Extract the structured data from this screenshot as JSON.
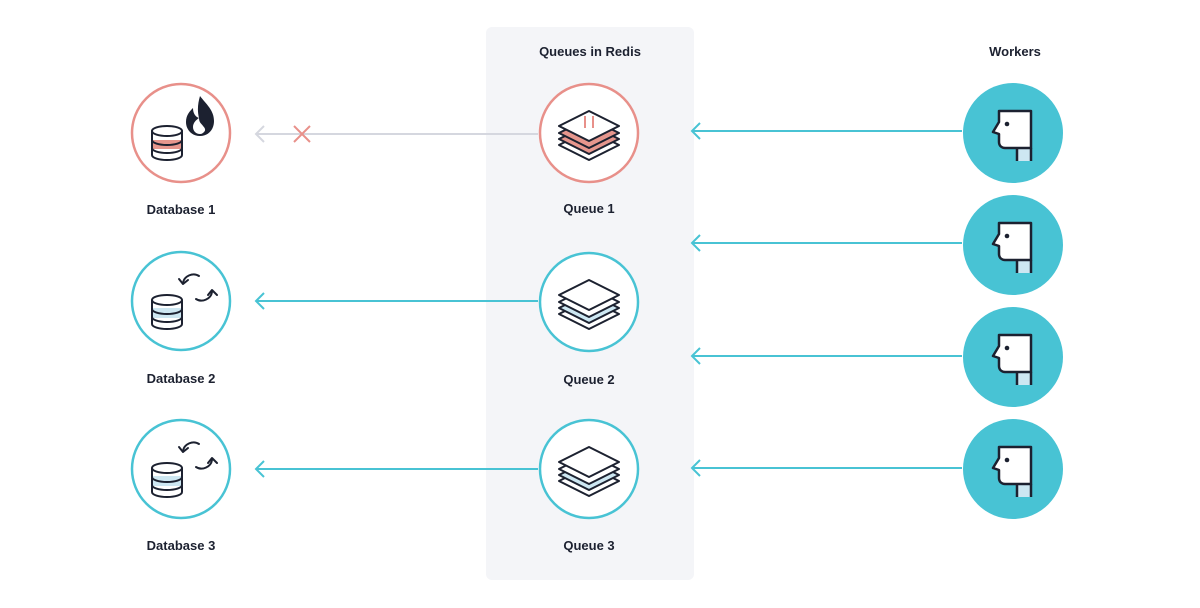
{
  "queues_panel": {
    "title": "Queues in Redis"
  },
  "workers_panel": {
    "title": "Workers"
  },
  "databases": [
    {
      "label": "Database 1",
      "status": "error",
      "icon": "database-fire-icon"
    },
    {
      "label": "Database 2",
      "status": "syncing",
      "icon": "database-sync-icon"
    },
    {
      "label": "Database 3",
      "status": "syncing",
      "icon": "database-sync-icon"
    }
  ],
  "queues": [
    {
      "label": "Queue 1",
      "status": "paused",
      "icon": "stack-paused-icon"
    },
    {
      "label": "Queue 2",
      "status": "active",
      "icon": "stack-icon"
    },
    {
      "label": "Queue 3",
      "status": "active",
      "icon": "stack-icon"
    }
  ],
  "workers": [
    {
      "icon": "worker-head-icon"
    },
    {
      "icon": "worker-head-icon"
    },
    {
      "icon": "worker-head-icon"
    },
    {
      "icon": "worker-head-icon"
    }
  ],
  "colors": {
    "teal": "#48c3d4",
    "salmon": "#e8908a",
    "stripe_red": "#e6968d",
    "stripe_blue": "#cde7f2",
    "panel": "#f4f5f8",
    "blocked_arrow": "#d5d7df",
    "text": "#1c2130"
  }
}
